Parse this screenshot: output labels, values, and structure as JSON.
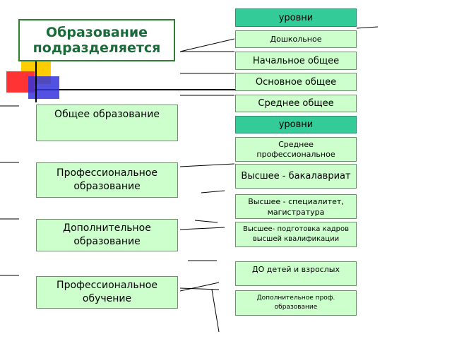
{
  "title": "Образование подразделяется",
  "left_boxes": [
    "Общее образование",
    "Профессиональное образование",
    "Дополнительное образование",
    "Профессиональное обучение"
  ],
  "right_boxes": {
    "header1": "уровни",
    "items1": [
      "Дошкольное",
      "Начальное общее",
      "Основное общее",
      "Среднее общее"
    ],
    "header2": "уровни",
    "items2": [
      "Среднее профессиональное",
      "Высшее - бакалавриат",
      "Высшее - специалитет, магистратура",
      "Высшее- подготовка кадров высшей квалификации"
    ],
    "items3": [
      "ДО детей и взрослых",
      "Дополнительное проф. образование"
    ]
  },
  "colors": {
    "box_fill": "#ccffcc",
    "header_fill": "#33cc99",
    "title_text": "#1a6b3a"
  }
}
